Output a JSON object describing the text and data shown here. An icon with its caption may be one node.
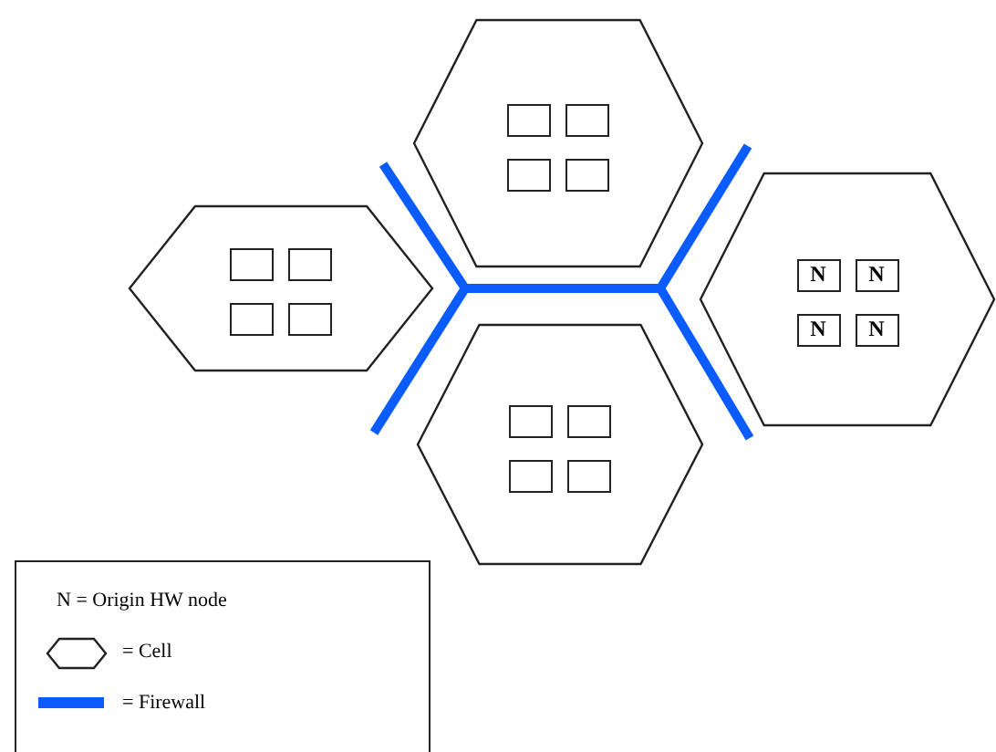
{
  "diagram": {
    "nodes": [
      {
        "text": [],
        "shape": "hexagon"
      },
      {
        "text": [],
        "shape": "box",
        "in": 0
      },
      {
        "text": [],
        "shape": "box",
        "in": 0
      },
      {
        "text": [],
        "shape": "box",
        "in": 0
      },
      {
        "text": [],
        "shape": "box",
        "in": 0
      },
      {
        "text": [],
        "shape": "hexagon"
      },
      {
        "text": [],
        "shape": "box",
        "in": 5
      },
      {
        "text": [],
        "shape": "box",
        "in": 5
      },
      {
        "text": [],
        "shape": "box",
        "in": 5
      },
      {
        "text": [],
        "shape": "box",
        "in": 5
      },
      {
        "text": [],
        "shape": "hexagon"
      },
      {
        "text": [
          "N"
        ],
        "in": 10
      },
      {
        "text": [
          "N"
        ],
        "in": 10
      },
      {
        "text": [
          "N"
        ],
        "in": 10
      },
      {
        "text": [
          "N"
        ],
        "in": 10
      },
      {
        "text": [],
        "shape": "hexagon"
      },
      {
        "text": [],
        "shape": "box",
        "in": 15
      },
      {
        "text": [],
        "shape": "box",
        "in": 15
      },
      {
        "text": [],
        "shape": "box",
        "in": 15
      },
      {
        "text": [],
        "shape": "box",
        "in": 15
      }
    ],
    "edges": [],
    "legend": [
      {
        "text": "N = Origin HW node"
      },
      {
        "text": "= Cell"
      },
      {
        "text": "= Firewall"
      }
    ]
  }
}
